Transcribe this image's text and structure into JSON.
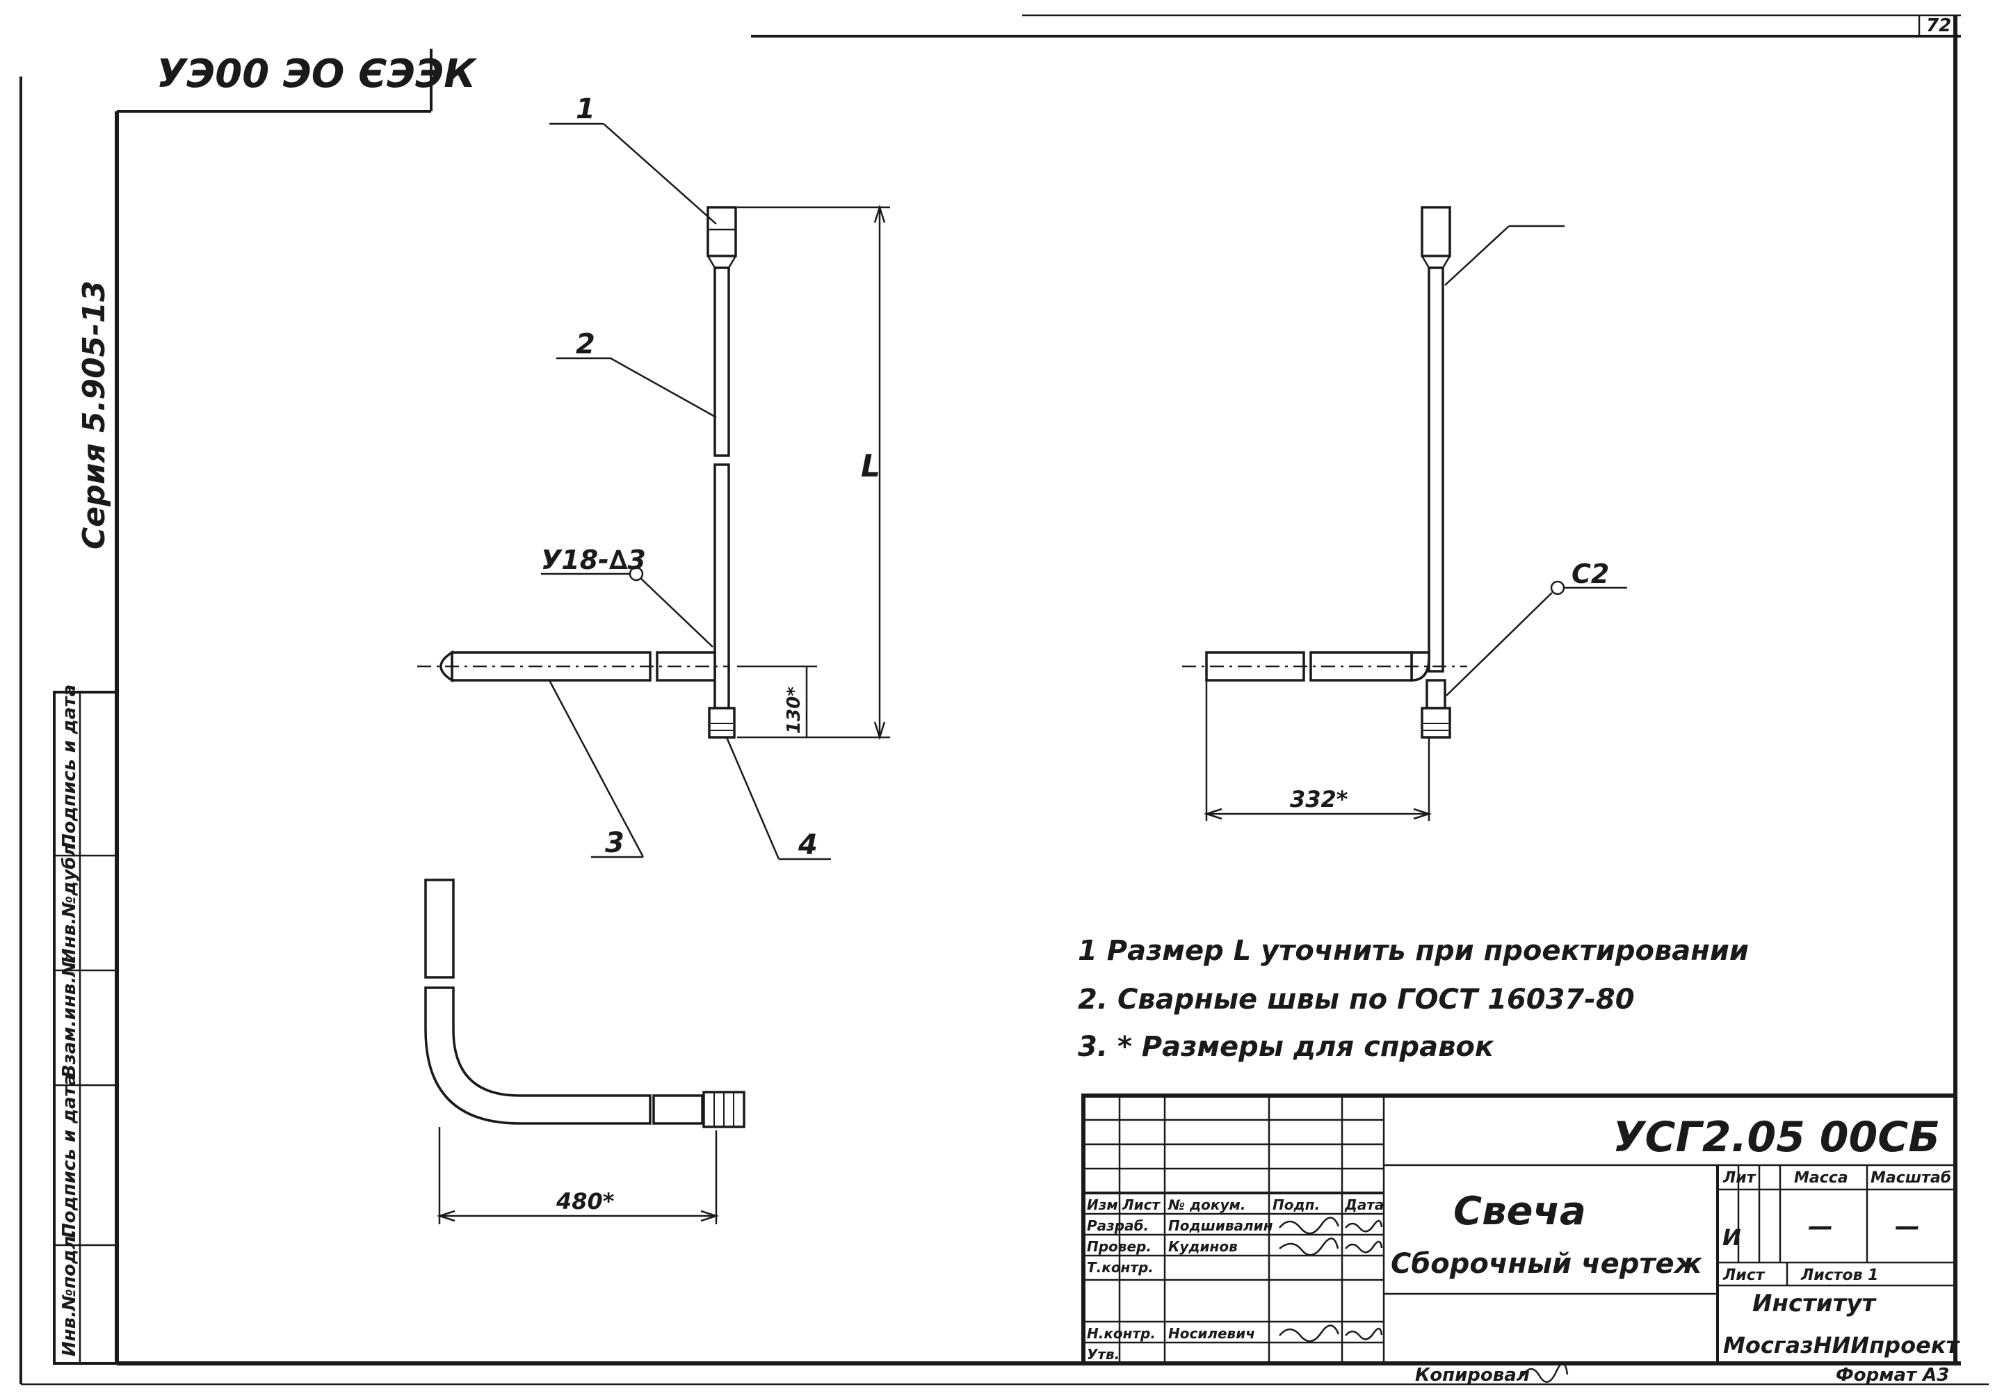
{
  "stamp_top_left": "УЭ00 ЭО ЄЭЭК",
  "page_number": "72",
  "series": "Серия 5.905-13",
  "left_strip": [
    "Инв.№подл.",
    "Подпись и дата",
    "Взам.инв.№",
    "Инв.№дубл.",
    "Подпись и дата"
  ],
  "callouts": {
    "pos1": "1",
    "pos2": "2",
    "pos3": "3",
    "pos4": "4",
    "weld_left": "У18-∆3",
    "weld_right": "С2",
    "dim_L": "L",
    "dim_130": "130*",
    "dim_332": "332*",
    "dim_480": "480*"
  },
  "notes": [
    "1  Размер L уточнить при проектировании",
    "2.  Сварные швы по ГОСТ 16037-80",
    "3.  * Размеры для справок"
  ],
  "title_block": {
    "doc_code": "УСГ2.05 00СБ",
    "name_line1": "Свеча",
    "name_line2": "Сборочный чертеж",
    "col_headers": [
      "Изм",
      "Лист",
      "№ докум.",
      "Подп.",
      "Дата"
    ],
    "roles": [
      "Разраб.",
      "Провер.",
      "Т.контр.",
      "",
      "Н.контр.",
      "Утв."
    ],
    "names": [
      "Подшивалин",
      "Кудинов",
      "",
      "",
      "Носилевич",
      ""
    ],
    "lit_label": "Лит",
    "mass_label": "Масса",
    "scale_label": "Масштаб",
    "lit_value": "И",
    "mass_value": "—",
    "scale_value": "—",
    "sheet_label": "Лист",
    "sheets_label": "Листов 1",
    "org_line1": "Институт",
    "org_line2": "МосгазНИИпроект"
  },
  "copied": "Копировал",
  "format": "Формат А3"
}
